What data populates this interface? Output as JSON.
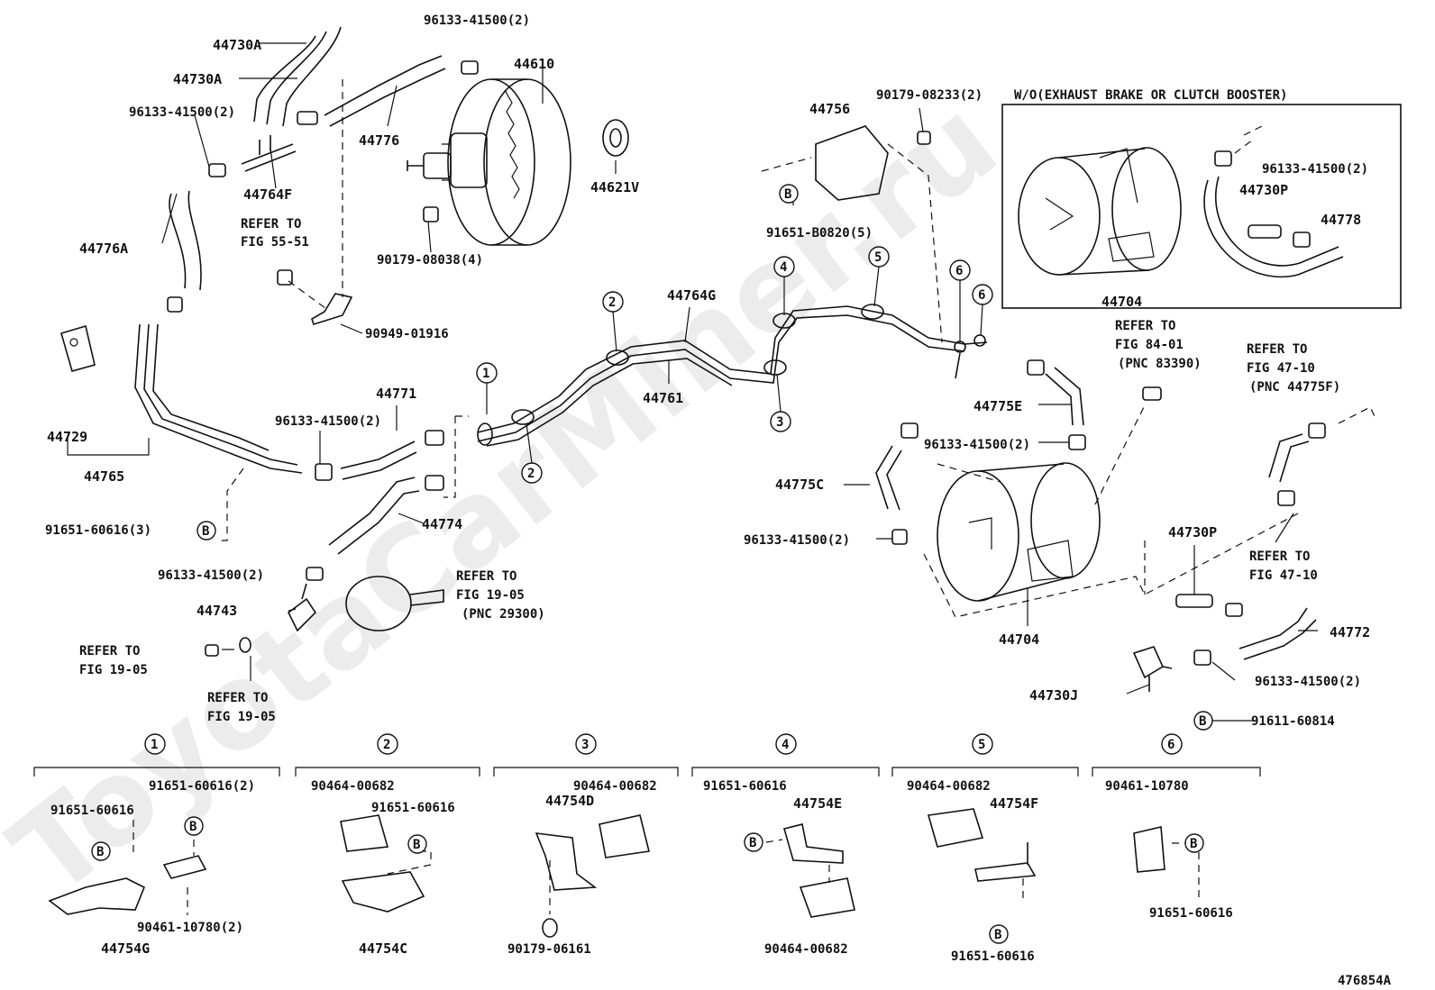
{
  "watermark": "ToyotaCarMiner.ru",
  "figure_id": "476854A",
  "inset_title": "W/O(EXHAUST BRAKE OR CLUTCH BOOSTER)",
  "bolt_badge": "B",
  "labels": {
    "p44730A_1": "44730A",
    "p44730A_2": "44730A",
    "p96133_top": "96133-41500(2)",
    "p44610": "44610",
    "p96133_left": "96133-41500(2)",
    "p44776": "44776",
    "p44764F": "44764F",
    "p44621V": "44621V",
    "p44776A": "44776A",
    "ref5551_a": "REFER TO",
    "ref5551_b": "FIG 55-51",
    "p90179_08038": "90179-08038(4)",
    "p90949": "90949-01916",
    "p44756": "44756",
    "p90179_08233": "90179-08233(2)",
    "p91651_B0820": "91651-B0820(5)",
    "p44764G": "44764G",
    "p44761": "44761",
    "p44729": "44729",
    "p44765": "44765",
    "p44771": "44771",
    "p96133_mid": "96133-41500(2)",
    "p91651_60616_3": "91651-60616(3)",
    "p44774": "44774",
    "p96133_low": "96133-41500(2)",
    "ref1905_a": "REFER TO",
    "ref1905_b": "FIG 19-05",
    "ref1905_c": "(PNC 29300)",
    "p44743": "44743",
    "ref1905L_a": "REFER TO",
    "ref1905L_b": "FIG 19-05",
    "ref1905B_a": "REFER TO",
    "ref1905B_b": "FIG 19-05",
    "p44775E": "44775E",
    "p96133_r1": "96133-41500(2)",
    "p44775C": "44775C",
    "p96133_r2": "96133-41500(2)",
    "p44704": "44704",
    "p44730P": "44730P",
    "p44772": "44772",
    "p96133_r3": "96133-41500(2)",
    "p44730J": "44730J",
    "p91611": "91611-60814",
    "ref8401_a": "REFER TO",
    "ref8401_b": "FIG 84-01",
    "ref8401_c": "(PNC 83390)",
    "ref4710_a": "REFER TO",
    "ref4710_b": "FIG 47-10",
    "ref4710_c": "(PNC 44775F)",
    "ref4710B_a": "REFER TO",
    "ref4710B_b": "FIG 47-10",
    "inset_96133": "96133-41500(2)",
    "inset_44730P": "44730P",
    "inset_44778": "44778",
    "inset_44704": "44704"
  },
  "callouts": [
    "1",
    "2",
    "2",
    "3",
    "4",
    "5",
    "6",
    "6"
  ],
  "details": [
    {
      "n": "1",
      "a": "91651-60616(2)",
      "b": "91651-60616",
      "c": "90461-10780(2)",
      "d": "44754G"
    },
    {
      "n": "2",
      "a": "90464-00682",
      "b": "91651-60616",
      "c": "44754C"
    },
    {
      "n": "3",
      "a": "90464-00682",
      "b": "44754D",
      "c": "90179-06161"
    },
    {
      "n": "4",
      "a": "91651-60616",
      "b": "44754E",
      "c": "90464-00682"
    },
    {
      "n": "5",
      "a": "90464-00682",
      "b": "44754F",
      "c": "91651-60616"
    },
    {
      "n": "6",
      "a": "90461-10780",
      "b": "91651-60616"
    }
  ]
}
